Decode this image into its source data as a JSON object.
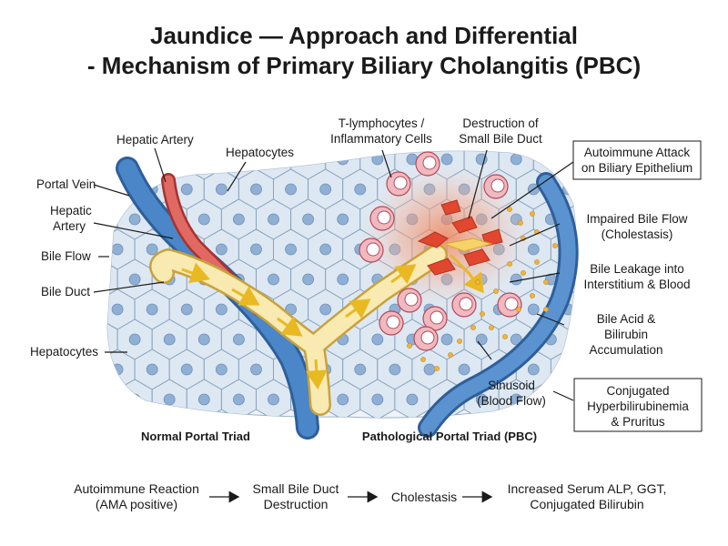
{
  "title": {
    "line1": "Jaundice — Approach and Differential",
    "line2": "- Mechanism of Primary Biliary Cholangitis (PBC)"
  },
  "left_labels": {
    "hepatic_artery_top": "Hepatic Artery",
    "hepatocytes_top": "Hepatocytes",
    "portal_vein": "Portal Vein",
    "hepatic_artery_l1": "Hepatic",
    "hepatic_artery_l2": "Artery",
    "bile_flow": "Bile Flow",
    "bile_duct": "Bile Duct",
    "hepatocytes_bottom": "Hepatocytes"
  },
  "top_labels": {
    "t_lymph_l1": "T-lymphocytes /",
    "t_lymph_l2": "Inflammatory Cells",
    "destruction_l1": "Destruction of",
    "destruction_l2": "Small Bile Duct"
  },
  "right_labels": {
    "autoimmune_l1": "Autoimmune Attack",
    "autoimmune_l2": "on Biliary Epithelium",
    "impaired_l1": "Impaired Bile Flow",
    "impaired_l2": "(Cholestasis)",
    "leakage_l1": "Bile Leakage into",
    "leakage_l2": "Interstitium & Blood",
    "accum_l1": "Bile Acid &",
    "accum_l2": "Bilirubin",
    "accum_l3": "Accumulation",
    "sinusoid_l1": "Sinusoid",
    "sinusoid_l2": "(Blood Flow)",
    "conj_l1": "Conjugated",
    "conj_l2": "Hyperbilirubinemia",
    "conj_l3": "& Pruritus"
  },
  "captions": {
    "normal": "Normal Portal Triad",
    "pathological": "Pathological Portal Triad (PBC)"
  },
  "flow": {
    "step1_l1": "Autoimmune Reaction",
    "step1_l2": "(AMA positive)",
    "step2_l1": "Small Bile Duct",
    "step2_l2": "Destruction",
    "step3": "Cholestasis",
    "step4_l1": "Increased Serum ALP, GGT,",
    "step4_l2": "Conjugated Bilirubin"
  },
  "colors": {
    "cell_fill": "#dde8f3",
    "cell_stroke": "#8aa2bb",
    "nucleus": "#8fb0d4",
    "vein": "#4a86c8",
    "artery": "#d9534f",
    "bile": "#f8eab0",
    "bile_arrow": "#e8b923",
    "inflammation": "#f28a5a",
    "t_cell": "#f0b9bf"
  }
}
